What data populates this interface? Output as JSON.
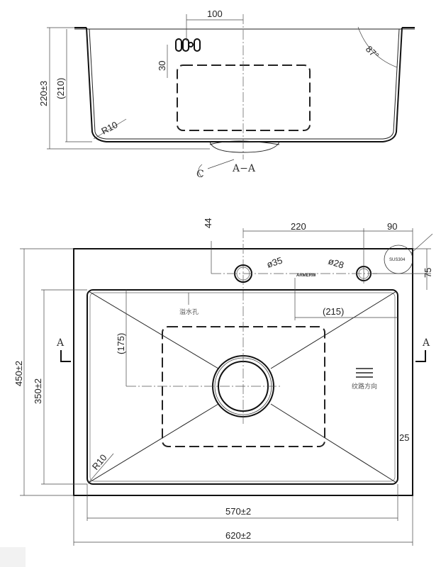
{
  "drawing": {
    "top_view": {
      "width_overflow": "100",
      "overflow_height": "30",
      "depth_total": "220±3",
      "depth_inner": "(210)",
      "radius": "R10",
      "angle": "87°",
      "section_label": "A−A",
      "detail_label": "C"
    },
    "plan_view": {
      "tap_offset": "44",
      "hole_spacing": "220",
      "edge_offset_right": "90",
      "hole_large": "ø35",
      "hole_small": "ø28",
      "edge_offset_vertical": "75",
      "drain_offset_x": "(215)",
      "drain_offset_y": "(175)",
      "corner_radius": "R10",
      "rim_width": "25",
      "bowl_width": "570±2",
      "total_width": "620±2",
      "total_depth": "450±2",
      "bowl_depth": "350±2",
      "section_marker_left": "A",
      "section_marker_right": "A",
      "overflow_hole_label": "溢水孔",
      "brushed_direction_label": "纹路方向",
      "material_stamp": "SUS304",
      "brand_stamp": "ARMERW"
    }
  }
}
